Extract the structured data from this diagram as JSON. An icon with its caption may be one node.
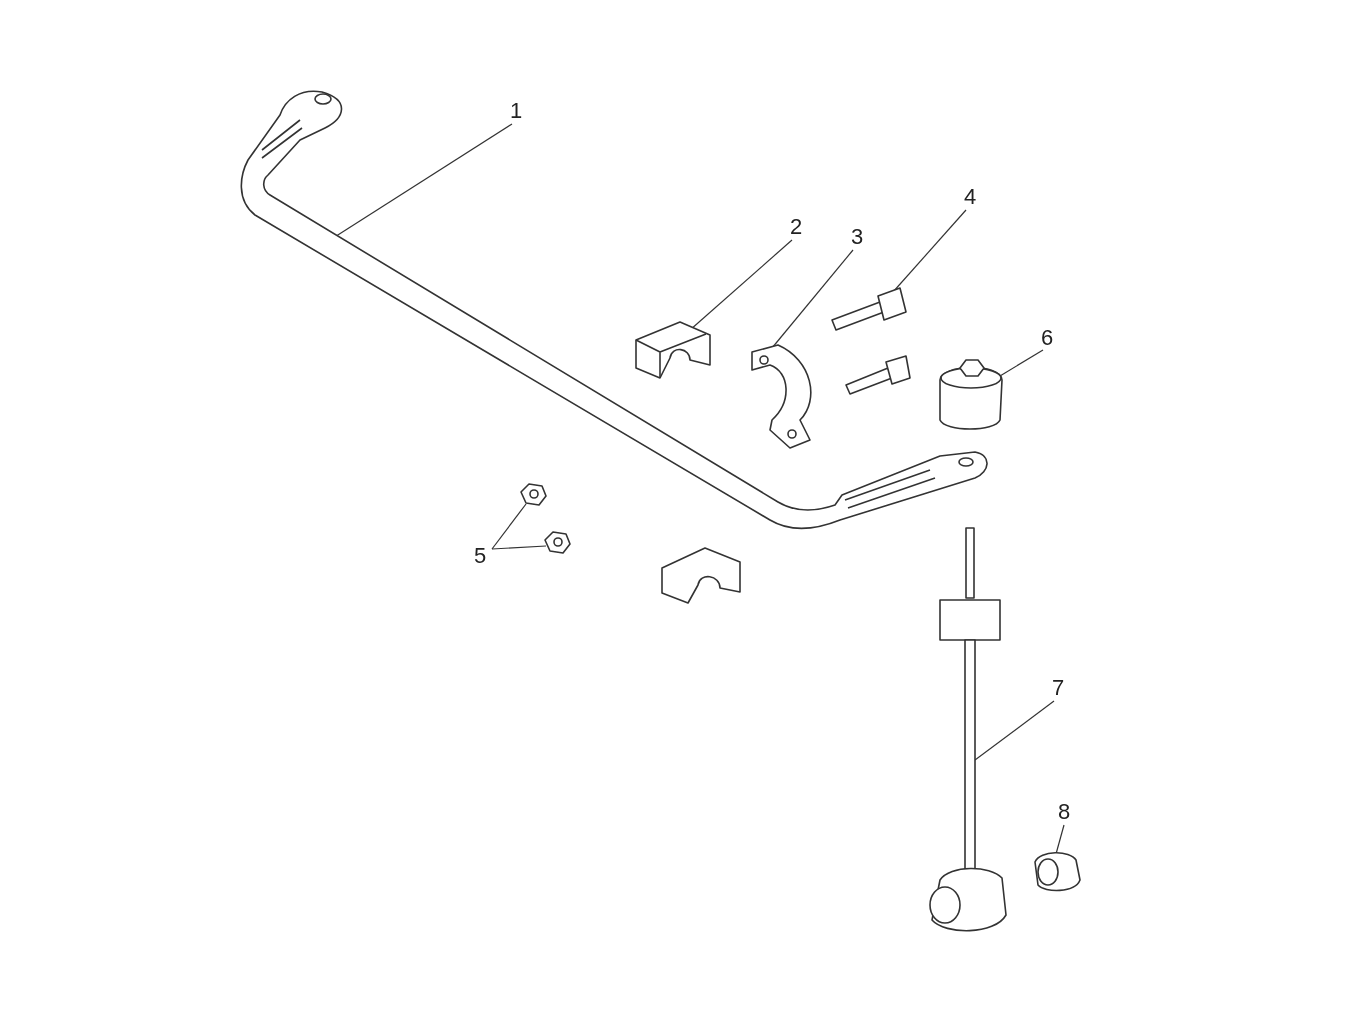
{
  "diagram": {
    "nodes": [
      {
        "text": [
          "1"
        ]
      },
      {
        "text": [],
        "shape": "picture"
      },
      {
        "text": [
          "2"
        ]
      },
      {
        "text": [],
        "shape": "picture"
      },
      {
        "text": [
          "3"
        ]
      },
      {
        "text": [],
        "shape": "picture"
      },
      {
        "text": [
          "4"
        ]
      },
      {
        "text": [],
        "shape": "picture"
      },
      {
        "text": [
          "6"
        ]
      },
      {
        "text": [],
        "shape": "picture"
      },
      {
        "text": [
          "5"
        ]
      },
      {
        "text": [],
        "shape": "picture"
      },
      {
        "text": [],
        "shape": "picture"
      },
      {
        "text": [
          "7"
        ]
      },
      {
        "text": [],
        "shape": "picture"
      },
      {
        "text": [
          "8"
        ]
      },
      {
        "text": [],
        "shape": "picture"
      }
    ],
    "edges": [
      {
        "from": 0,
        "to": 1,
        "arrow": "none"
      },
      {
        "from": 2,
        "to": 3,
        "arrow": "none"
      },
      {
        "from": 4,
        "to": 5,
        "arrow": "none"
      },
      {
        "from": 6,
        "to": 7,
        "arrow": "none"
      },
      {
        "from": 8,
        "to": 9,
        "arrow": "none"
      },
      {
        "from": 10,
        "to": 11,
        "arrow": "none"
      },
      {
        "from": 10,
        "to": 12,
        "arrow": "none"
      },
      {
        "from": 13,
        "to": 14,
        "arrow": "none"
      },
      {
        "from": 15,
        "to": 16,
        "arrow": "none"
      }
    ]
  }
}
